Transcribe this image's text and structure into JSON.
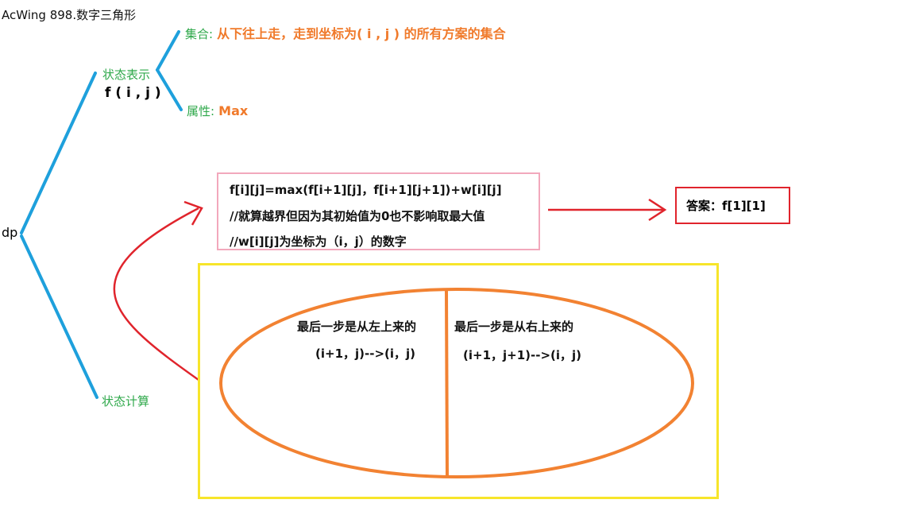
{
  "title": "AcWing 898.数字三角形",
  "root": "dp",
  "state_repr": {
    "label": "状态表示",
    "formula": "f ( i , j )",
    "set": {
      "label": "集合:",
      "value": "从下往上走，走到坐标为( i , j ) 的所有方案的集合"
    },
    "attr": {
      "label": "属性:",
      "value": "Max"
    }
  },
  "state_calc": {
    "label": "状态计算",
    "equations": [
      "f[i][j]=max(f[i+1][j]，f[i+1][j+1])+w[i][j]",
      "//就算越界但因为其初始值为0也不影响取最大值",
      "//w[i][j]为坐标为（i，j）的数字"
    ],
    "answer": "答案：f[1][1]",
    "left_case": {
      "title": "最后一步是从左上来的",
      "detail": "(i+1，j)-->(i，j)"
    },
    "right_case": {
      "title": "最后一步是从右上来的",
      "detail": "(i+1，j+1)-->(i，j)"
    }
  },
  "colors": {
    "tree_lines": "#1ea0dc",
    "labels": "#2ea84a",
    "highlight": "#f07a2b",
    "arrows": "#e0242c",
    "equation_box": "#f2a8bc",
    "case_box": "#f7e52a",
    "ellipse": "#f28232"
  }
}
